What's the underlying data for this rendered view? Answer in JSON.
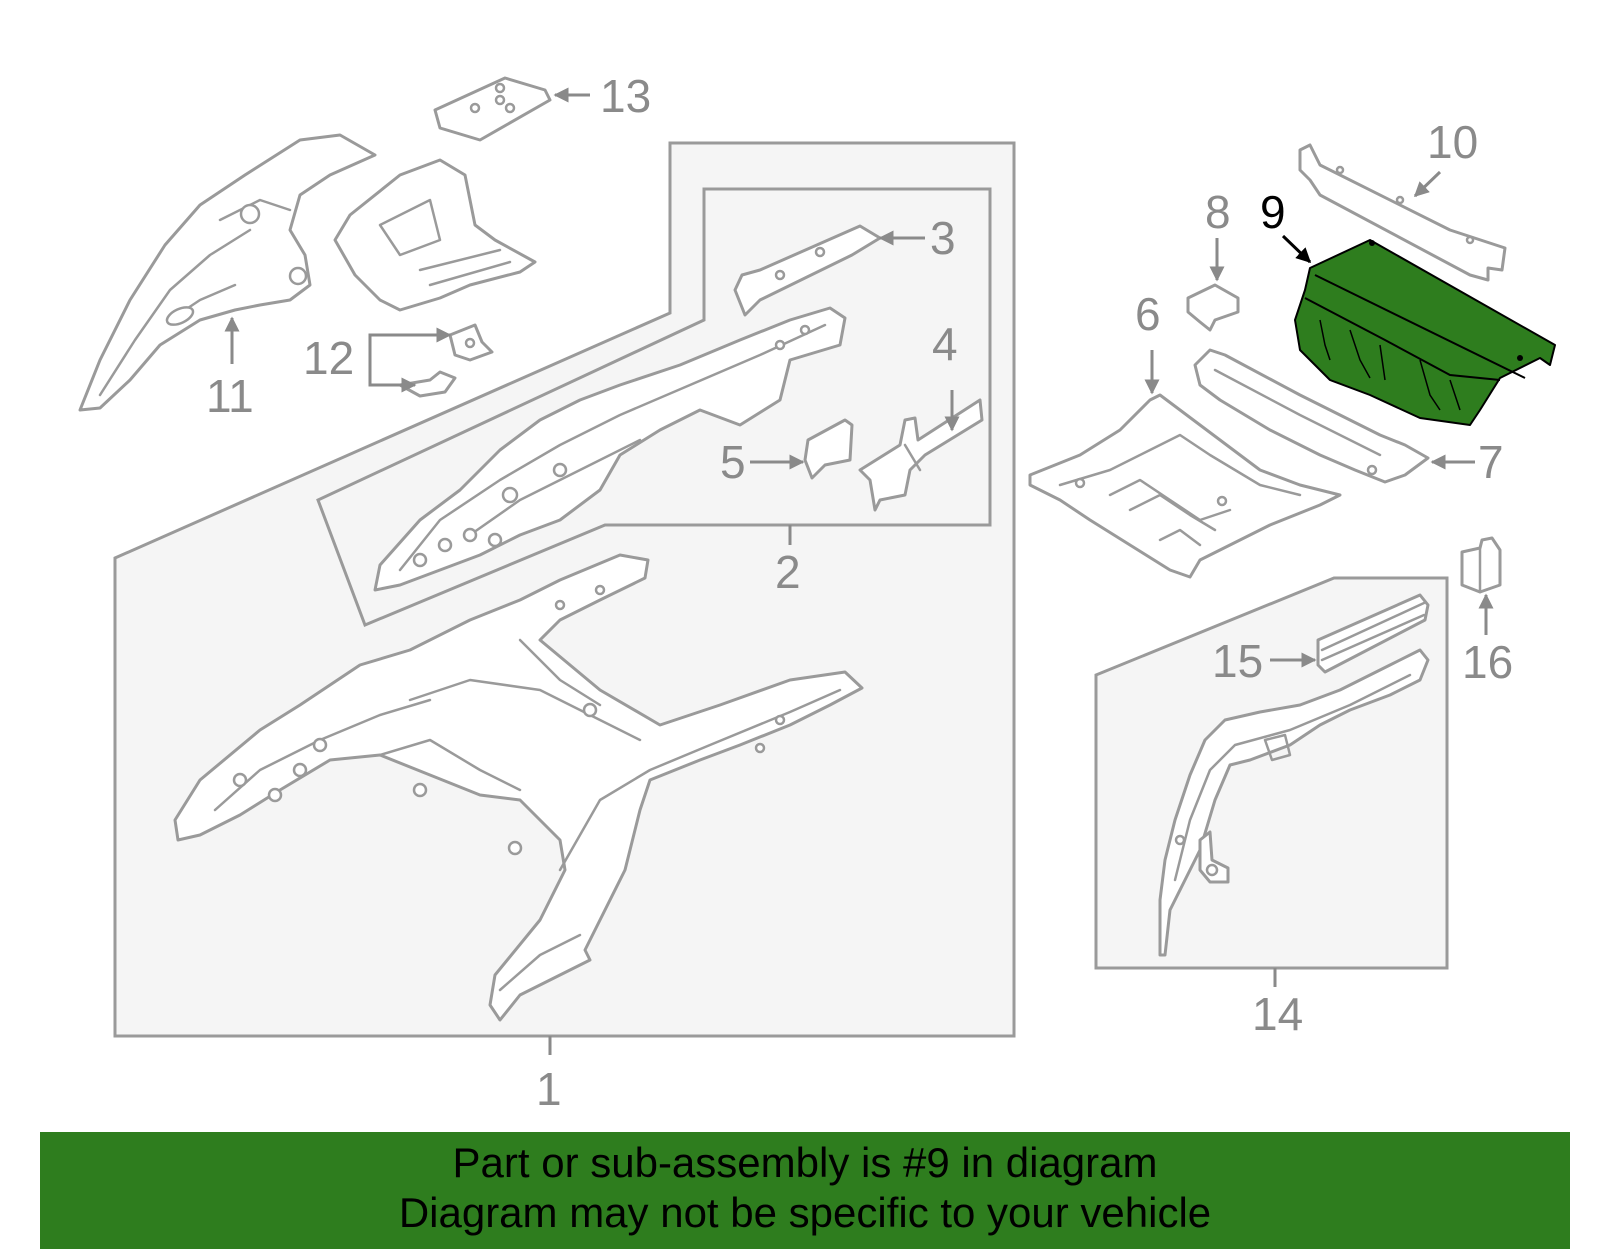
{
  "diagram": {
    "callouts": [
      {
        "id": "1",
        "label": "1"
      },
      {
        "id": "2",
        "label": "2"
      },
      {
        "id": "3",
        "label": "3"
      },
      {
        "id": "4",
        "label": "4"
      },
      {
        "id": "5",
        "label": "5"
      },
      {
        "id": "6",
        "label": "6"
      },
      {
        "id": "7",
        "label": "7"
      },
      {
        "id": "8",
        "label": "8"
      },
      {
        "id": "9",
        "label": "9"
      },
      {
        "id": "10",
        "label": "10"
      },
      {
        "id": "11",
        "label": "11"
      },
      {
        "id": "12",
        "label": "12"
      },
      {
        "id": "13",
        "label": "13"
      },
      {
        "id": "14",
        "label": "14"
      },
      {
        "id": "15",
        "label": "15"
      },
      {
        "id": "16",
        "label": "16"
      }
    ],
    "highlighted_part": "9"
  },
  "colors": {
    "highlight_fill": "#2e7d1e",
    "outline": "#9a9a9a",
    "callout_text": "#8a8a8a",
    "box_fill": "#f5f5f5",
    "banner_bg": "#2e7d1e"
  },
  "banner": {
    "line1": "Part or sub-assembly is #9 in diagram",
    "line2": "Diagram may not be specific to your vehicle"
  }
}
